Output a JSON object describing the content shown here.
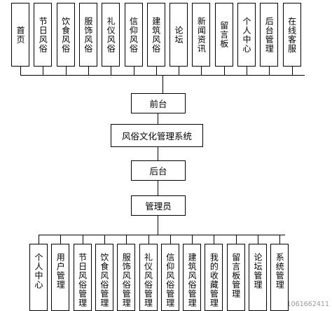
{
  "frontend_modules": [
    "首页",
    "节日风俗",
    "饮食风俗",
    "服饰风俗",
    "礼仪风俗",
    "信仰风俗",
    "建筑风俗",
    "论坛",
    "新闻资讯",
    "留言板",
    "个人中心",
    "后台管理",
    "在线客服"
  ],
  "frontend_label": "前台",
  "system_label": "风俗文化管理系统",
  "backend_label": "后台",
  "admin_label": "管理员",
  "backend_modules": [
    "个人中心",
    "用户管理",
    "节日风俗管理",
    "饮食风俗管理",
    "服饰风俗管理",
    "礼仪风俗管理",
    "信仰风俗管理",
    "建筑风俗管理",
    "我的收藏管理",
    "留言板管理",
    "论坛管理",
    "系统管理"
  ],
  "watermark": "CSDN @QQ1061662411"
}
